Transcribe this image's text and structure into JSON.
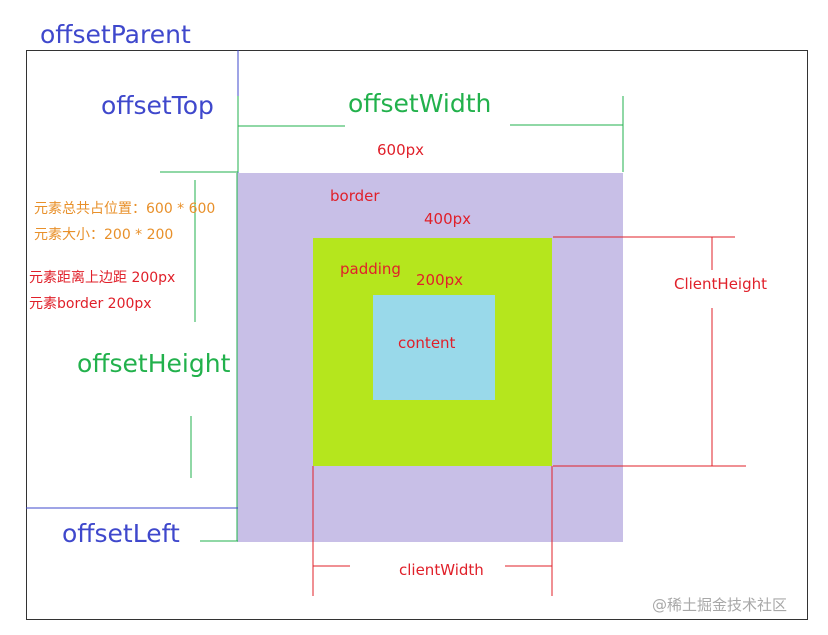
{
  "labels": {
    "offset_parent": "offsetParent",
    "offset_top": "offsetTop",
    "offset_width": "offsetWidth",
    "offset_height": "offsetHeight",
    "offset_left": "offsetLeft",
    "width_600": "600px",
    "border": "border",
    "width_400": "400px",
    "padding": "padding",
    "width_200": "200px",
    "content": "content",
    "client_height": "ClientHeight",
    "client_width": "clientWidth"
  },
  "notes": {
    "total_position": "元素总共占位置：600 * 600",
    "element_size": "元素大小：200 * 200",
    "distance_top": "元素距离上边距 200px",
    "element_border": "元素border 200px"
  },
  "watermark": "@稀土掘金技术社区",
  "colors": {
    "border_box": "#c8bfe7",
    "padding_box": "#b5e61d",
    "content_box": "#99d9ea",
    "offset_blue": "#3f48cc",
    "offset_green": "#22b14c",
    "client_red": "#e0202a"
  }
}
